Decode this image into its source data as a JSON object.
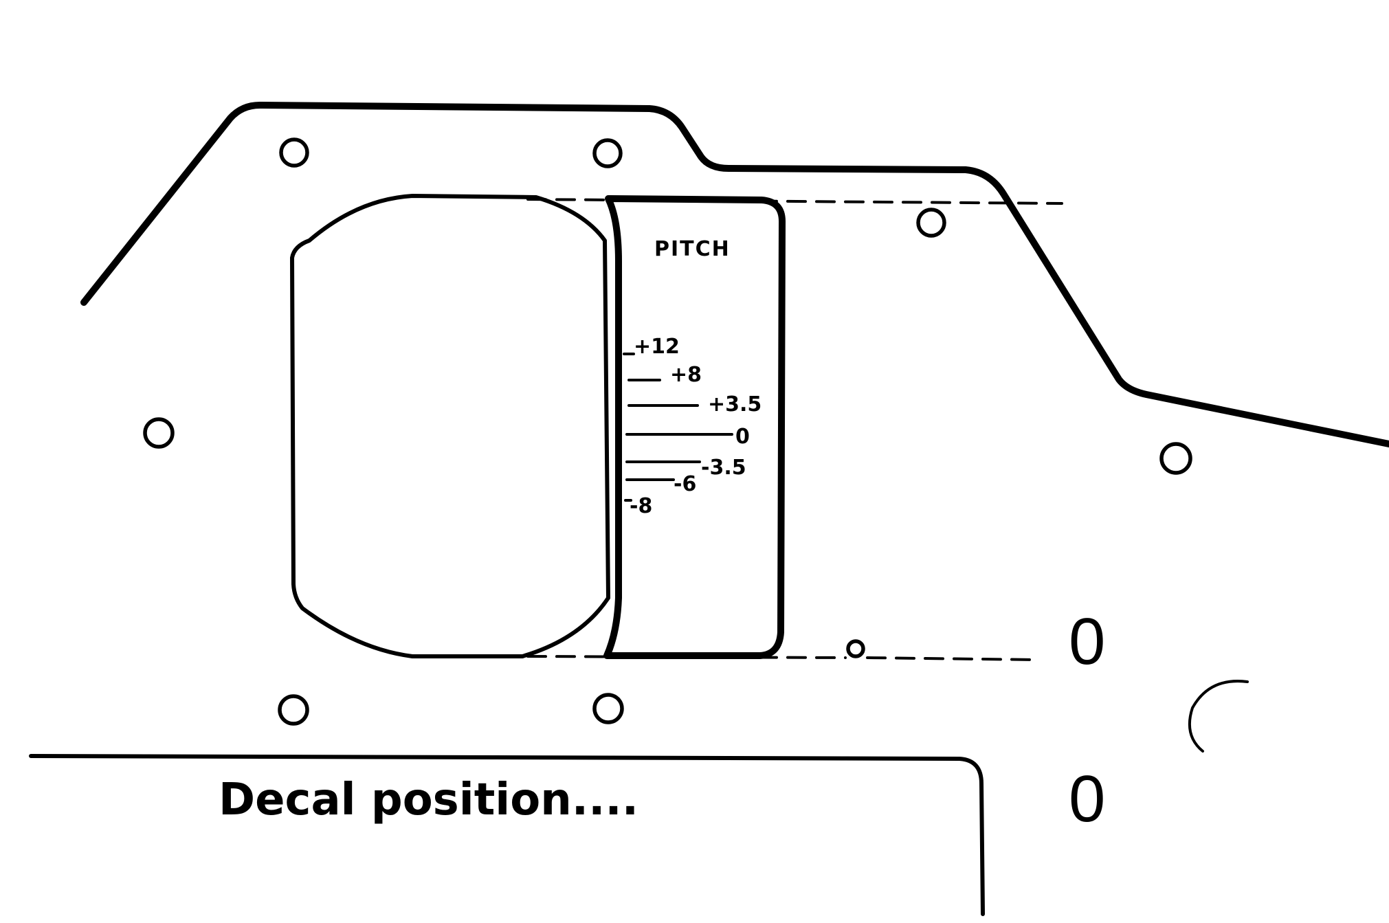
{
  "instrument": {
    "title": "PITCH",
    "scale_marks": [
      "+12",
      "+8",
      "+3.5",
      "0",
      "-3.5",
      "-6",
      "-8"
    ]
  },
  "caption": "Decal position....",
  "side_digits": [
    "0",
    "0"
  ]
}
